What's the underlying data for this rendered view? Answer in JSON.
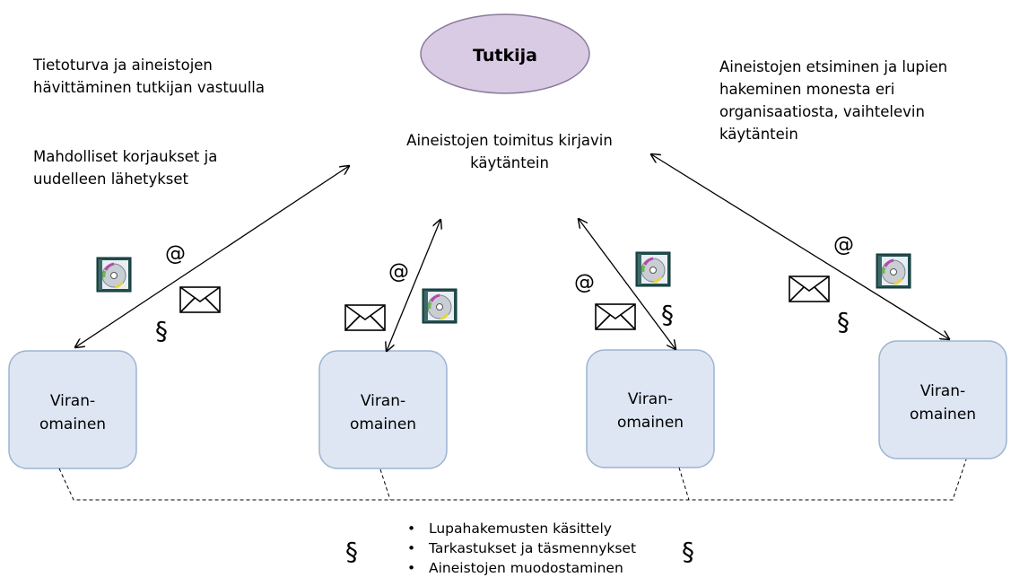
{
  "researcher": {
    "label": "Tutkija"
  },
  "notes": {
    "left_top": [
      "Tietoturva ja aineistojen",
      "hävittäminen tutkijan vastuulla"
    ],
    "left_middle": [
      "Mahdolliset korjaukset ja",
      "uudelleen lähetykset"
    ],
    "center": [
      "Aineistojen toimitus kirjavin",
      "käytäntein"
    ],
    "right_top": [
      "Aineistojen etsiminen ja lupien",
      "hakeminen monesta eri",
      "organisaatiosta, vaihtelevin",
      "käytäntein"
    ]
  },
  "authorities": [
    {
      "line1": "Viran-",
      "line2": "omainen"
    },
    {
      "line1": "Viran-",
      "line2": "omainen"
    },
    {
      "line1": "Viran-",
      "line2": "omainen"
    },
    {
      "line1": "Viran-",
      "line2": "omainen"
    }
  ],
  "symbols": {
    "at": "@",
    "section": "§"
  },
  "bullets": [
    "Lupahakemusten käsittely",
    "Tarkastukset ja täsmennykset",
    "Aineistojen muodostaminen"
  ],
  "colors": {
    "ellipse_fill": "#d9cbe3",
    "ellipse_stroke": "#8b7a9c",
    "box_fill": "#dde6f2",
    "box_stroke": "#9db3d2"
  },
  "icons": [
    "cd-case-icon",
    "envelope-icon"
  ]
}
